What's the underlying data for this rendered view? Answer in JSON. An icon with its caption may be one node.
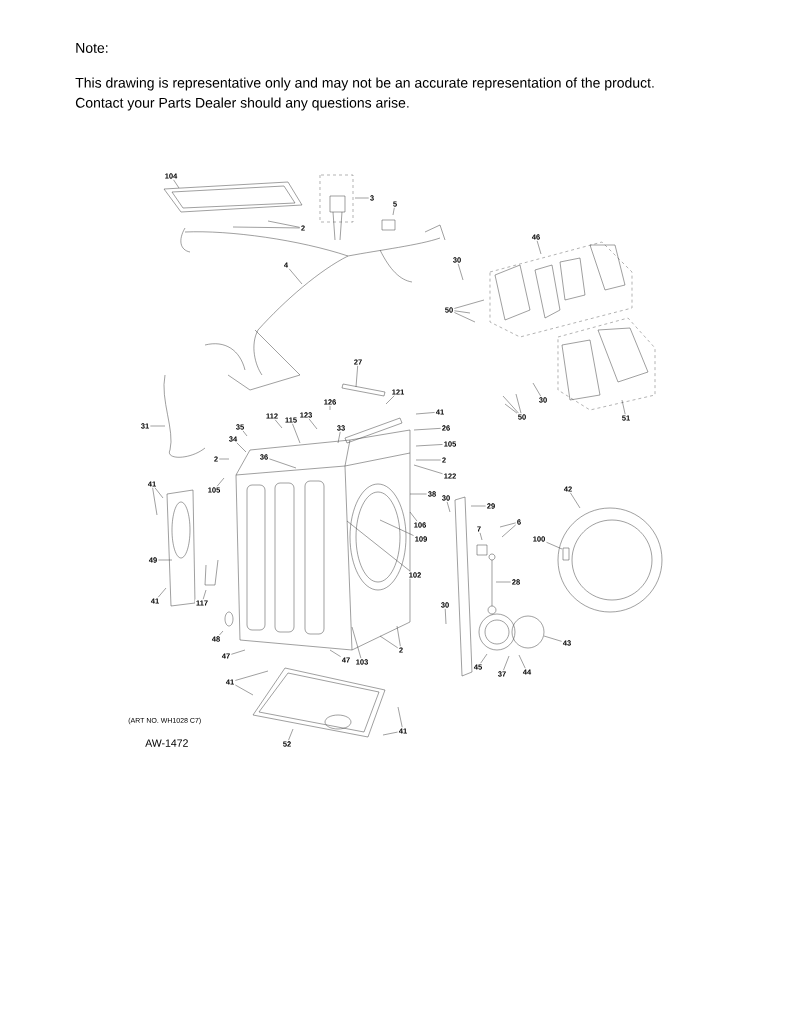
{
  "diagram": {
    "nodes": [
      {
        "text": [
          "104"
        ]
      },
      {
        "text": [
          "3"
        ]
      },
      {
        "text": [
          "5"
        ]
      },
      {
        "text": [
          "2"
        ]
      },
      {
        "text": [
          "4"
        ]
      },
      {
        "text": [
          "46"
        ]
      },
      {
        "text": [
          "30"
        ]
      },
      {
        "text": [
          "50"
        ]
      },
      {
        "text": [
          "27"
        ]
      },
      {
        "text": [
          "30"
        ]
      },
      {
        "text": [
          "50"
        ]
      },
      {
        "text": [
          "51"
        ]
      },
      {
        "text": [
          "126"
        ]
      },
      {
        "text": [
          "121"
        ]
      },
      {
        "text": [
          "123"
        ]
      },
      {
        "text": [
          "112"
        ]
      },
      {
        "text": [
          "115"
        ]
      },
      {
        "text": [
          "31"
        ]
      },
      {
        "text": [
          "35"
        ]
      },
      {
        "text": [
          "41"
        ]
      },
      {
        "text": [
          "33"
        ]
      },
      {
        "text": [
          "26"
        ]
      },
      {
        "text": [
          "34"
        ]
      },
      {
        "text": [
          "36"
        ]
      },
      {
        "text": [
          "105"
        ]
      },
      {
        "text": [
          "2"
        ]
      },
      {
        "text": [
          "2"
        ]
      },
      {
        "text": [
          "122"
        ]
      },
      {
        "text": [
          "41"
        ]
      },
      {
        "text": [
          "105"
        ]
      },
      {
        "text": [
          "38"
        ]
      },
      {
        "text": [
          "42"
        ]
      },
      {
        "text": [
          "30"
        ]
      },
      {
        "text": [
          "29"
        ]
      },
      {
        "text": [
          "6"
        ]
      },
      {
        "text": [
          "106"
        ]
      },
      {
        "text": [
          "7"
        ]
      },
      {
        "text": [
          "109"
        ]
      },
      {
        "text": [
          "100"
        ]
      },
      {
        "text": [
          "49"
        ]
      },
      {
        "text": [
          "102"
        ]
      },
      {
        "text": [
          "28"
        ]
      },
      {
        "text": [
          "41"
        ]
      },
      {
        "text": [
          "117"
        ]
      },
      {
        "text": [
          "30"
        ]
      },
      {
        "text": [
          "48"
        ]
      },
      {
        "text": [
          "43"
        ]
      },
      {
        "text": [
          "2"
        ]
      },
      {
        "text": [
          "47"
        ]
      },
      {
        "text": [
          "103"
        ]
      },
      {
        "text": [
          "47"
        ]
      },
      {
        "text": [
          "45"
        ]
      },
      {
        "text": [
          "44"
        ]
      },
      {
        "text": [
          "37"
        ]
      },
      {
        "text": [
          "41"
        ]
      },
      {
        "text": [
          "41"
        ]
      },
      {
        "text": [
          "52"
        ]
      }
    ],
    "edges": [
      {
        "from": 0,
        "to": null,
        "arrow": "none"
      },
      {
        "from": 1,
        "to": null,
        "arrow": "none"
      },
      {
        "from": 2,
        "to": null,
        "arrow": "none"
      },
      {
        "from": 3,
        "to": null,
        "arrow": "none"
      },
      {
        "from": 3,
        "to": null,
        "arrow": "none"
      },
      {
        "from": 4,
        "to": null,
        "arrow": "none"
      },
      {
        "from": 5,
        "to": null,
        "arrow": "none"
      },
      {
        "from": 6,
        "to": null,
        "arrow": "none"
      },
      {
        "from": 7,
        "to": null,
        "arrow": "none"
      },
      {
        "from": 7,
        "to": null,
        "arrow": "none"
      },
      {
        "from": 7,
        "to": null,
        "arrow": "none"
      },
      {
        "from": 8,
        "to": null,
        "arrow": "none"
      },
      {
        "from": 9,
        "to": null,
        "arrow": "none"
      },
      {
        "from": 10,
        "to": null,
        "arrow": "none"
      },
      {
        "from": 10,
        "to": null,
        "arrow": "none"
      },
      {
        "from": 10,
        "to": null,
        "arrow": "none"
      },
      {
        "from": 11,
        "to": null,
        "arrow": "none"
      },
      {
        "from": 12,
        "to": null,
        "arrow": "none"
      },
      {
        "from": 13,
        "to": null,
        "arrow": "none"
      },
      {
        "from": 14,
        "to": null,
        "arrow": "none"
      },
      {
        "from": 15,
        "to": null,
        "arrow": "none"
      },
      {
        "from": 16,
        "to": null,
        "arrow": "none"
      },
      {
        "from": 17,
        "to": null,
        "arrow": "none"
      },
      {
        "from": 18,
        "to": null,
        "arrow": "none"
      },
      {
        "from": 19,
        "to": null,
        "arrow": "none"
      },
      {
        "from": 20,
        "to": null,
        "arrow": "none"
      },
      {
        "from": 21,
        "to": null,
        "arrow": "none"
      },
      {
        "from": 22,
        "to": null,
        "arrow": "none"
      },
      {
        "from": 23,
        "to": null,
        "arrow": "none"
      },
      {
        "from": 24,
        "to": null,
        "arrow": "none"
      },
      {
        "from": 25,
        "to": null,
        "arrow": "none"
      },
      {
        "from": 26,
        "to": null,
        "arrow": "none"
      },
      {
        "from": 27,
        "to": null,
        "arrow": "none"
      },
      {
        "from": 28,
        "to": null,
        "arrow": "none"
      },
      {
        "from": 28,
        "to": null,
        "arrow": "none"
      },
      {
        "from": 29,
        "to": null,
        "arrow": "none"
      },
      {
        "from": 30,
        "to": null,
        "arrow": "none"
      },
      {
        "from": 31,
        "to": null,
        "arrow": "none"
      },
      {
        "from": 32,
        "to": null,
        "arrow": "none"
      },
      {
        "from": 33,
        "to": null,
        "arrow": "none"
      },
      {
        "from": 34,
        "to": null,
        "arrow": "none"
      },
      {
        "from": 34,
        "to": null,
        "arrow": "none"
      },
      {
        "from": 35,
        "to": null,
        "arrow": "none"
      },
      {
        "from": 36,
        "to": null,
        "arrow": "none"
      },
      {
        "from": 37,
        "to": null,
        "arrow": "none"
      },
      {
        "from": 38,
        "to": null,
        "arrow": "none"
      },
      {
        "from": 39,
        "to": null,
        "arrow": "none"
      },
      {
        "from": 40,
        "to": null,
        "arrow": "none"
      },
      {
        "from": 41,
        "to": null,
        "arrow": "none"
      },
      {
        "from": 42,
        "to": null,
        "arrow": "none"
      },
      {
        "from": 43,
        "to": null,
        "arrow": "none"
      },
      {
        "from": 44,
        "to": null,
        "arrow": "none"
      },
      {
        "from": 45,
        "to": null,
        "arrow": "none"
      },
      {
        "from": 46,
        "to": null,
        "arrow": "none"
      },
      {
        "from": 47,
        "to": null,
        "arrow": "none"
      },
      {
        "from": 47,
        "to": null,
        "arrow": "none"
      },
      {
        "from": 48,
        "to": null,
        "arrow": "none"
      },
      {
        "from": 49,
        "to": null,
        "arrow": "none"
      },
      {
        "from": 50,
        "to": null,
        "arrow": "none"
      },
      {
        "from": 51,
        "to": null,
        "arrow": "none"
      },
      {
        "from": 52,
        "to": null,
        "arrow": "none"
      },
      {
        "from": 53,
        "to": null,
        "arrow": "none"
      },
      {
        "from": 54,
        "to": null,
        "arrow": "none"
      },
      {
        "from": 54,
        "to": null,
        "arrow": "none"
      },
      {
        "from": 55,
        "to": null,
        "arrow": "none"
      },
      {
        "from": 55,
        "to": null,
        "arrow": "none"
      },
      {
        "from": 56,
        "to": null,
        "arrow": "none"
      }
    ],
    "labels": [
      "Note:",
      "This drawing is representative only and may not be an accurate representation of the product.",
      "Contact your Parts Dealer should any questions arise.",
      "(ART NO. WH1028 C7)",
      "AW-1472"
    ]
  }
}
